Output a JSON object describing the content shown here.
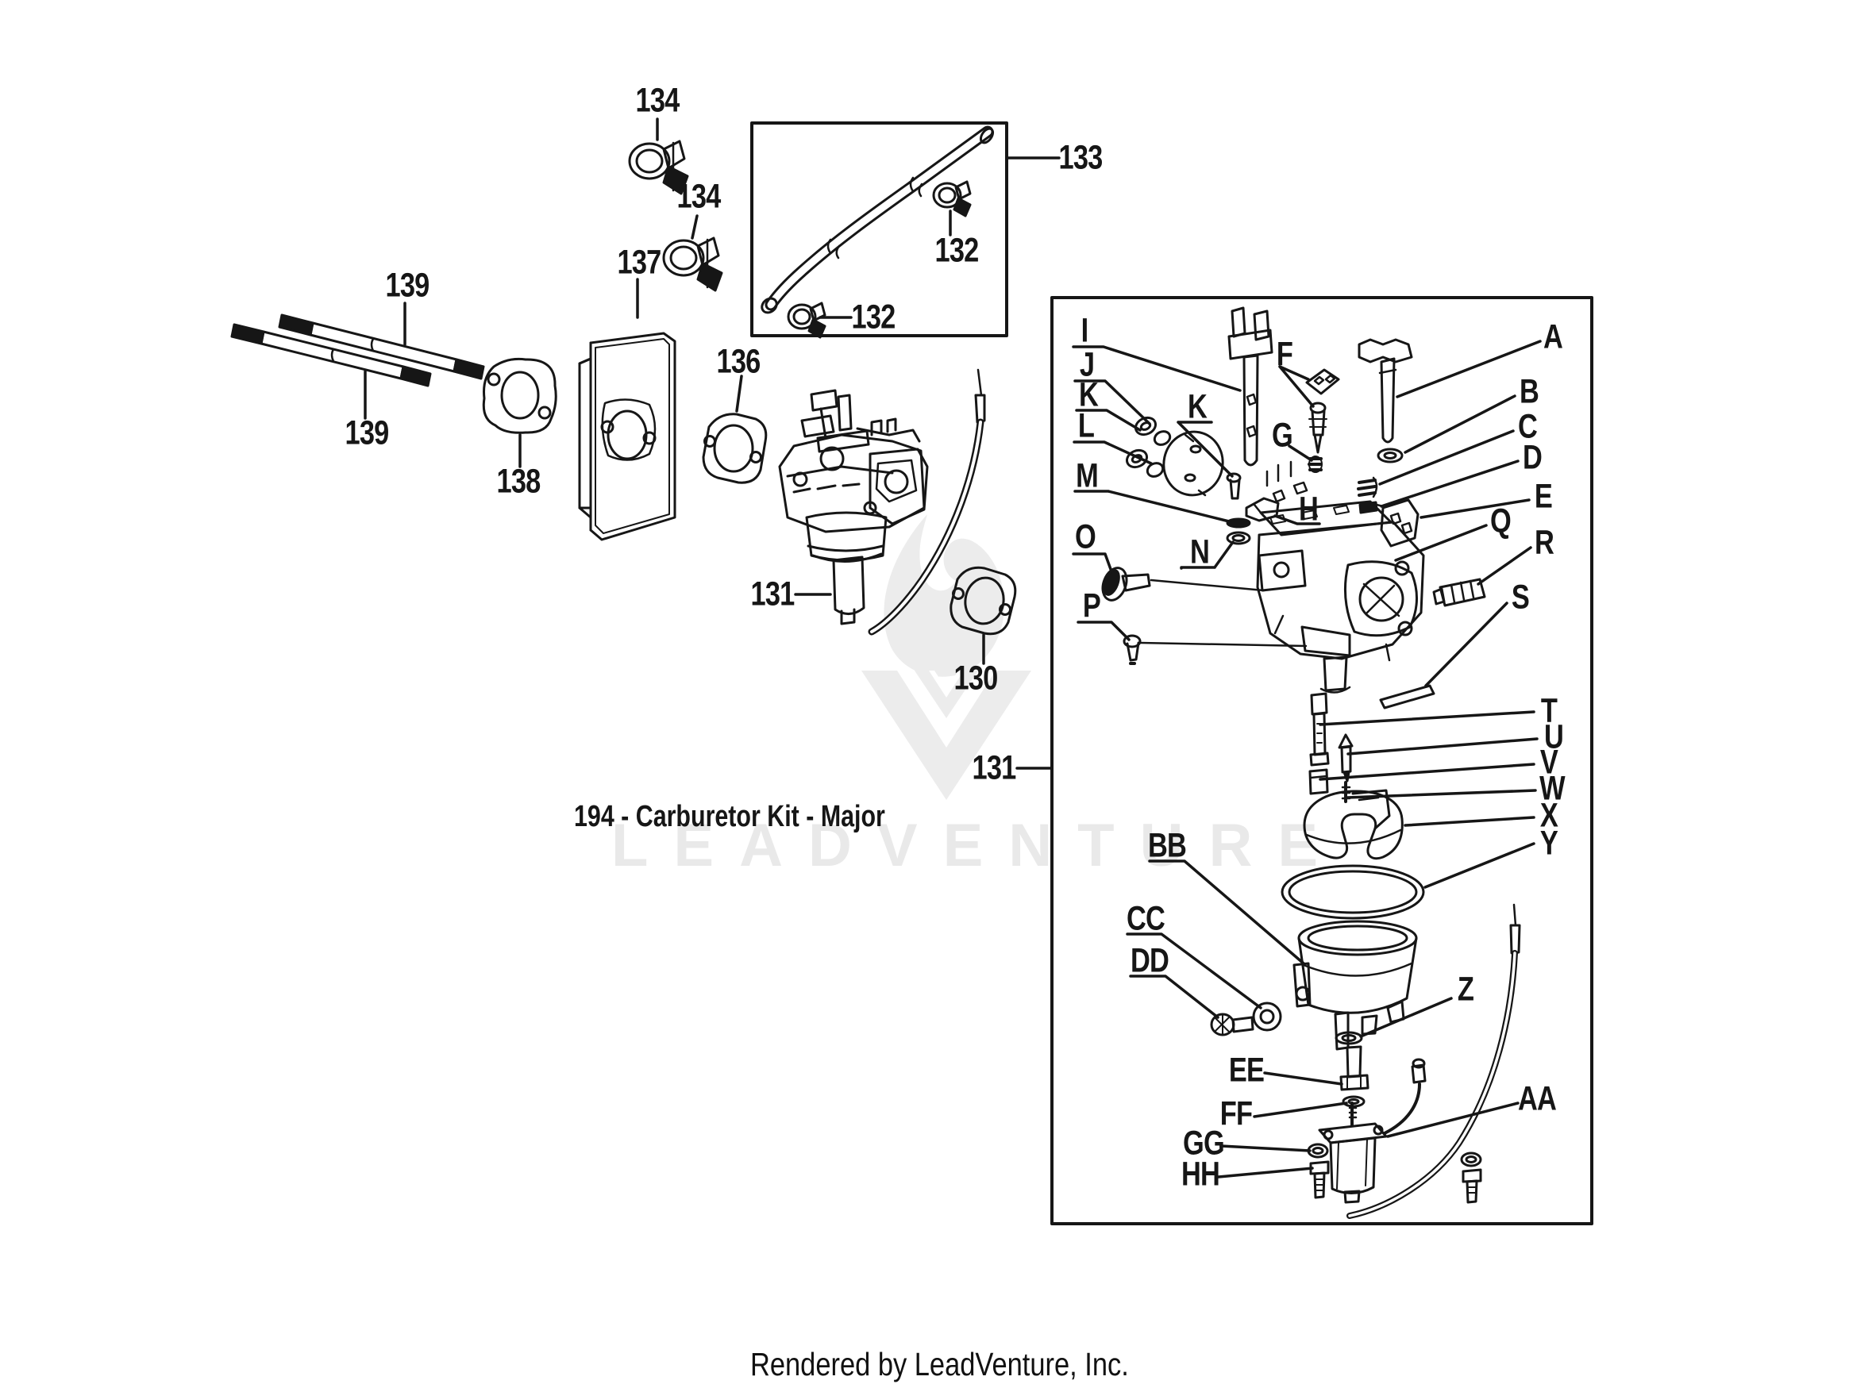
{
  "page": {
    "background": "#ffffff",
    "line_color": "#161616",
    "watermark_color": "#e9e9e9"
  },
  "title": {
    "text": "194 - Carburetor Kit - Major"
  },
  "watermark": {
    "text": "LEADVENTURE"
  },
  "footer": {
    "text": "Rendered by LeadVenture, Inc."
  },
  "callouts": {
    "n134a": "134",
    "n134b": "134",
    "n137": "137",
    "n139a": "139",
    "n139b": "139",
    "n138": "138",
    "n136": "136",
    "n133": "133",
    "n132a": "132",
    "n132b": "132",
    "n131a": "131",
    "n130": "130",
    "n131b": "131",
    "A": "A",
    "B": "B",
    "C": "C",
    "D": "D",
    "E": "E",
    "F": "F",
    "G": "G",
    "H": "H",
    "I": "I",
    "J": "J",
    "K1": "K",
    "K2": "K",
    "L": "L",
    "M": "M",
    "N": "N",
    "O": "O",
    "P": "P",
    "Q": "Q",
    "R": "R",
    "S": "S",
    "T": "T",
    "U": "U",
    "V": "V",
    "W": "W",
    "X": "X",
    "Y": "Y",
    "Z": "Z",
    "AA": "AA",
    "BB": "BB",
    "CC": "CC",
    "DD": "DD",
    "EE": "EE",
    "FF": "FF",
    "GG": "GG",
    "HH": "HH"
  }
}
